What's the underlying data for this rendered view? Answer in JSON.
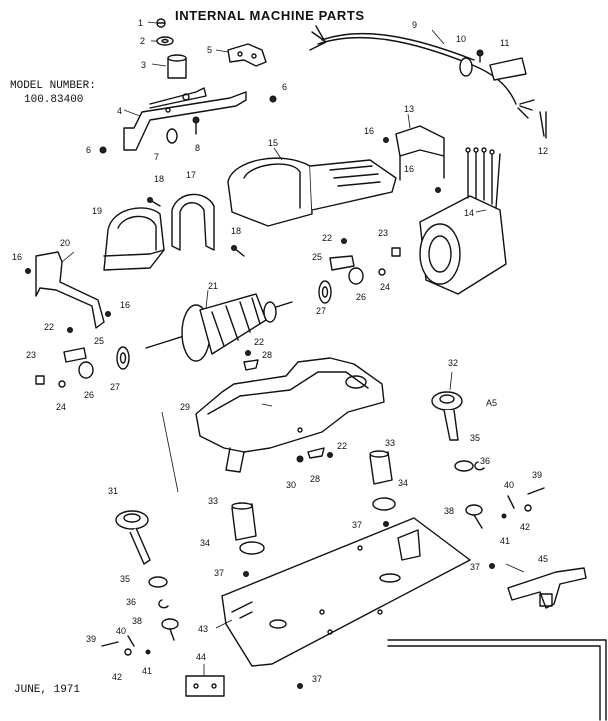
{
  "header": {
    "title": "INTERNAL MACHINE PARTS",
    "model_label": "MODEL NUMBER:",
    "model_number": "100.83400",
    "date": "JUNE, 1971",
    "section_code": "A5"
  },
  "part_labels": {
    "p1": "1",
    "p2": "2",
    "p3": "3",
    "p4": "4",
    "p5": "5",
    "p6a": "6",
    "p6b": "6",
    "p7": "7",
    "p8": "8",
    "p9": "9",
    "p10": "10",
    "p11": "11",
    "p12": "12",
    "p13": "13",
    "p14": "14",
    "p15": "15",
    "p16a": "16",
    "p16b": "16",
    "p16c": "16",
    "p16d": "16",
    "p17": "17",
    "p18a": "18",
    "p18b": "18",
    "p19": "19",
    "p20": "20",
    "p21": "21",
    "p22a": "22",
    "p22b": "22",
    "p22c": "22",
    "p22d": "22",
    "p23a": "23",
    "p23b": "23",
    "p24a": "24",
    "p24b": "24",
    "p25a": "25",
    "p25b": "25",
    "p26a": "26",
    "p26b": "26",
    "p27a": "27",
    "p27b": "27",
    "p28a": "28",
    "p28b": "28",
    "p29": "29",
    "p30": "30",
    "p31": "31",
    "p32": "32",
    "p33a": "33",
    "p33b": "33",
    "p34a": "34",
    "p34b": "34",
    "p35a": "35",
    "p35b": "35",
    "p36a": "36",
    "p36b": "36",
    "p37a": "37",
    "p37b": "37",
    "p37c": "37",
    "p37d": "37",
    "p38a": "38",
    "p38b": "38",
    "p39a": "39",
    "p39b": "39",
    "p40a": "40",
    "p40b": "40",
    "p41a": "41",
    "p41b": "41",
    "p42a": "42",
    "p42b": "42",
    "p43": "43",
    "p44": "44",
    "p45": "45"
  }
}
